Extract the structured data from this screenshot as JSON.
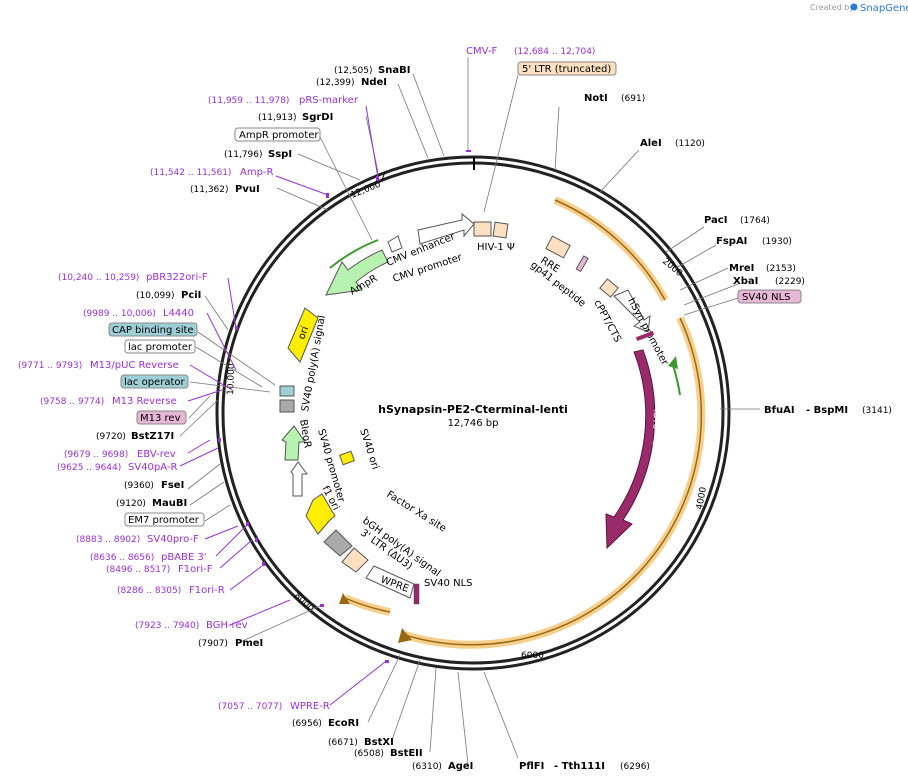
{
  "credit": {
    "text": "Created by",
    "brand": "SnapGene"
  },
  "plasmid": {
    "name": "hSynapsin-PE2-Cterminal-lenti",
    "size": "12,746 bp"
  },
  "ticks": [
    "12,000",
    "2000",
    "4000",
    "6000",
    "8000",
    "10,000"
  ],
  "enzymes": [
    {
      "pos": "(12,505)",
      "name": "SnaBI"
    },
    {
      "pos": "(12,399)",
      "name": "NdeI"
    },
    {
      "pos": "(11,913)",
      "name": "SgrDI"
    },
    {
      "pos": "(11,796)",
      "name": "SspI"
    },
    {
      "pos": "(11,362)",
      "name": "PvuI"
    },
    {
      "pos": "(10,099)",
      "name": "PciI"
    },
    {
      "pos": "(9720)",
      "name": "BstZ17I"
    },
    {
      "pos": "(9360)",
      "name": "FseI"
    },
    {
      "pos": "(9120)",
      "name": "MauBI"
    },
    {
      "pos": "(7907)",
      "name": "PmeI"
    },
    {
      "pos": "(6956)",
      "name": "EcoRI"
    },
    {
      "pos": "(6671)",
      "name": "BstXI"
    },
    {
      "pos": "(6508)",
      "name": "BstEII"
    },
    {
      "pos": "(6310)",
      "name": "AgeI"
    },
    {
      "name": "PflFI",
      "name2": "- Tth111I",
      "pos": "(6296)"
    },
    {
      "name": "NotI",
      "pos": "(691)"
    },
    {
      "name": "AleI",
      "pos": "(1120)"
    },
    {
      "name": "PacI",
      "pos": "(1764)"
    },
    {
      "name": "FspAI",
      "pos": "(1930)"
    },
    {
      "name": "MreI",
      "pos": "(2153)"
    },
    {
      "name": "XbaI",
      "pos": "(2229)"
    },
    {
      "name": "BfuAI",
      "name2": "- BspMI",
      "pos": "(3141)"
    }
  ],
  "primers": [
    {
      "name": "CMV-F",
      "pos": "(12,684 .. 12,704)"
    },
    {
      "pos": "(11,959 .. 11,978)",
      "name": "pRS-marker"
    },
    {
      "pos": "(11,542 .. 11,561)",
      "name": "Amp-R"
    },
    {
      "pos": "(10,240 .. 10,259)",
      "name": "pBR322ori-F"
    },
    {
      "pos": "(9989 .. 10,006)",
      "name": "L4440"
    },
    {
      "pos": "(9771 .. 9793)",
      "name": "M13/pUC Reverse"
    },
    {
      "pos": "(9758 .. 9774)",
      "name": "M13 Reverse"
    },
    {
      "pos": "(9679 .. 9698)",
      "name": "EBV-rev"
    },
    {
      "pos": "(9625 .. 9644)",
      "name": "SV40pA-R"
    },
    {
      "pos": "(8883 .. 8902)",
      "name": "SV40pro-F"
    },
    {
      "pos": "(8636 .. 8656)",
      "name": "pBABE 3'"
    },
    {
      "pos": "(8496 .. 8517)",
      "name": "F1ori-F"
    },
    {
      "pos": "(8286 .. 8305)",
      "name": "F1ori-R"
    },
    {
      "pos": "(7923 .. 7940)",
      "name": "BGH-rev"
    },
    {
      "pos": "(7057 .. 7077)",
      "name": "WPRE-R"
    }
  ],
  "boxed_labels": {
    "ltr": "5' LTR (truncated)",
    "ampr_promoter": "AmpR promoter",
    "cap": "CAP binding site",
    "lac_promoter": "lac promoter",
    "lac_operator": "lac operator",
    "m13rev": "M13 rev",
    "em7": "EM7 promoter",
    "sv40nls_top": "SV40 NLS"
  },
  "features": {
    "cmv_enhancer": "CMV enhancer",
    "cmv_promoter": "CMV promoter",
    "hiv": "HIV-1 Ψ",
    "rre": "RRE",
    "gp41": "gp41 peptide",
    "hsyn": "hSyn promoter",
    "cppt": "cPPT/CTS",
    "cas9": "Cas9(C)",
    "factor_xa": "Factor Xa site",
    "bgh": "bGH poly(A) signal",
    "ltr3": "3' LTR (ΔU3)",
    "wpre": "WPRE",
    "sv40_nls": "SV40 NLS",
    "sv40_ori": "SV40 ori",
    "f1_ori": "f1 ori",
    "sv40_promoter": "SV40 promoter",
    "bleor": "BleoR",
    "sv40_polya": "SV40 poly(A) signal",
    "ori": "ori",
    "ampr": "AmpR"
  },
  "colors": {
    "primer": "#9b30d9",
    "ampr": "#b8f2b0",
    "ori": "#ffee00",
    "cas9": "#9a2a6a",
    "ltr": "#fde0c2",
    "orange_highlight": "#f7cf8d",
    "arrow_brown": "#9a6a12",
    "cyan_box": "#9fcfd6",
    "pink_box": "#e8b6d6"
  }
}
